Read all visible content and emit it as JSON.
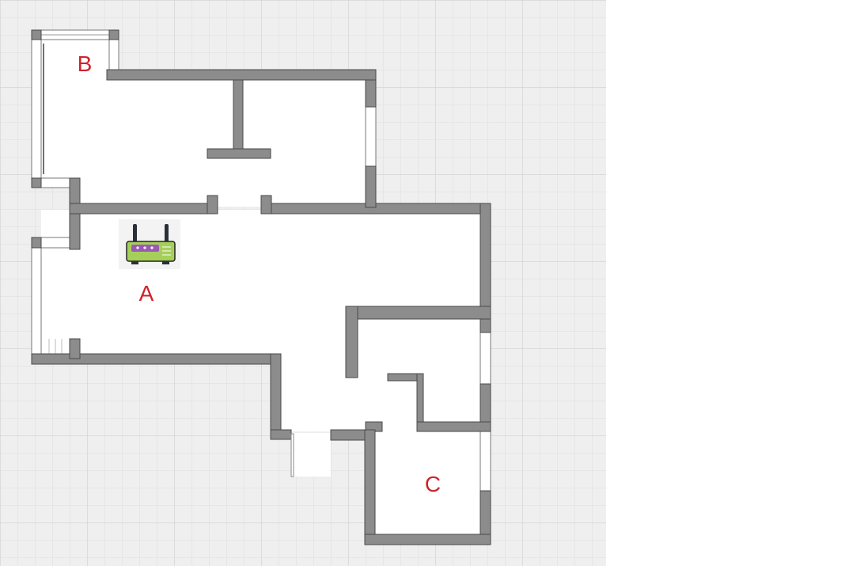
{
  "floorplan": {
    "rooms": [
      {
        "label": "A"
      },
      {
        "label": "B"
      },
      {
        "label": "C"
      }
    ],
    "device": {
      "icon": "wifi-router-icon",
      "location_room": "A"
    },
    "colors": {
      "label": "#d0232a",
      "wall": "#8c8c8c",
      "grid": "#e6e6e6",
      "router_body": "#a6cf5a",
      "router_panel": "#9b59b6"
    }
  }
}
